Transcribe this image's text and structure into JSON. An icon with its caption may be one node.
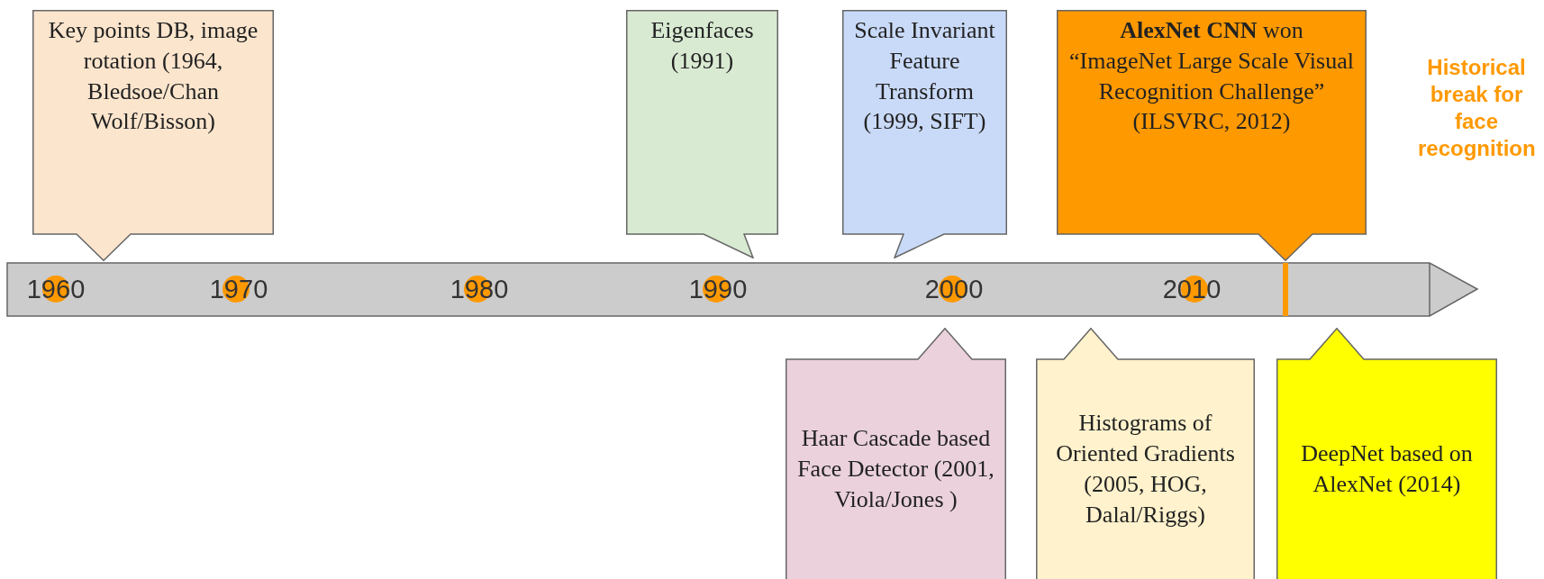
{
  "diagram": {
    "nodes": [
      {
        "text": [
          "Key points DB, image rotation (1964, Bledsoe/Chan Wolf/Bisson)"
        ]
      },
      {
        "text": [
          "Eigenfaces (1991)"
        ]
      },
      {
        "text": [
          "Scale Invariant Feature Transform (1999, SIFT)"
        ]
      },
      {
        "text": [
          "**AlexNet CNN** won “ImageNet Large Scale Visual Recognition Challenge” (ILSVRC, 2012)"
        ]
      },
      {
        "text": [
          "Haar Cascade based Face Detector (2001, Viola/Jones )"
        ]
      },
      {
        "text": [
          "Histograms of Oriented Gradients (2005, HOG, Dalal/Riggs)"
        ]
      },
      {
        "text": [
          "DeepNet based on AlexNet (2014)"
        ]
      }
    ],
    "edges": [],
    "labels": [
      "1960",
      "1970",
      "1980",
      "1990",
      "2000",
      "2010",
      "Historical break for face recognition"
    ]
  }
}
